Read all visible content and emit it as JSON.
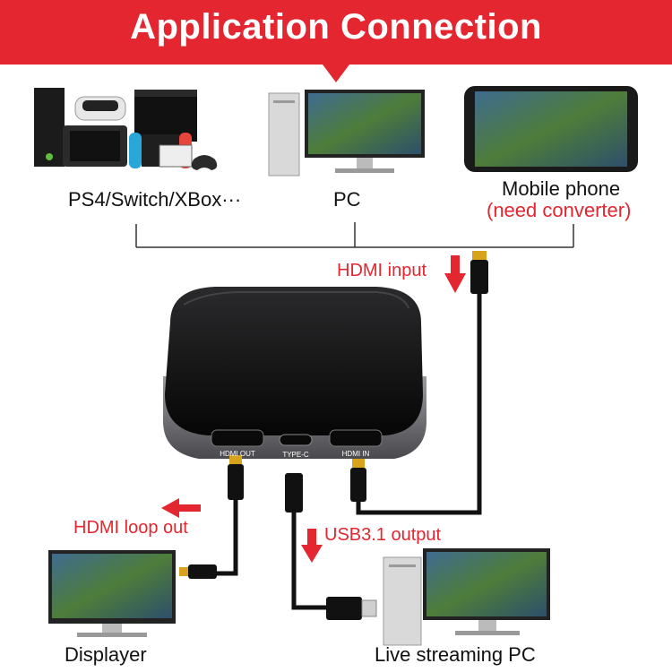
{
  "header": {
    "title": "Application Connection"
  },
  "sources": {
    "consoles": "PS4/Switch/XBox···",
    "pc": "PC",
    "mobile": "Mobile phone",
    "mobile_note": "(need converter)"
  },
  "annotations": {
    "hdmi_input": "HDMI input",
    "hdmi_loop_out": "HDMI loop out",
    "usb_output": "USB3.1 output"
  },
  "device_ports": {
    "hdmi_out": "HDMI OUT",
    "type_c": "TYPE-C",
    "hdmi_in": "HDMI IN"
  },
  "destinations": {
    "displayer": "Displayer",
    "streaming_pc": "Live streaming PC"
  },
  "colors": {
    "accent": "#e3262f",
    "device_top": "#111111",
    "device_body": "#6d6d70"
  }
}
